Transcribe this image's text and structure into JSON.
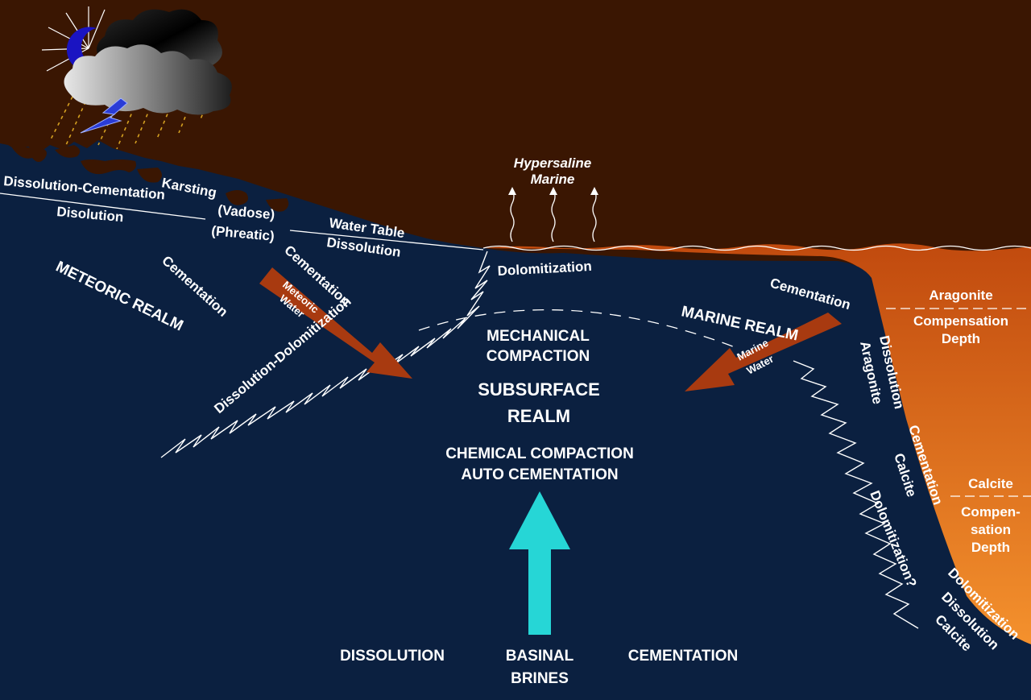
{
  "colors": {
    "sky": "#3a1602",
    "subsurface": "#0b2040",
    "ocean_top": "#c75412",
    "ocean_bottom": "#f4902c",
    "marine_arrow": "#a83a10",
    "brine_arrow": "#26d6d6",
    "label": "#ffffff"
  },
  "icons": {
    "weather": "storm-cloud-sun-icon",
    "rain": "rain-streaks-icon",
    "lightning": "lightning-bolt-icon"
  },
  "labels": {
    "karsting": "Karsting",
    "dissolution_cementation": "Dissolution-Cementation",
    "disolution": "Disolution",
    "vadose": "(Vadose)",
    "phreatic": "(Phreatic)",
    "water_table": "Water Table",
    "wt_dissolution": "Dissolution",
    "hypersaline_1": "Hypersaline",
    "hypersaline_2": "Marine",
    "dolomitization_top": "Dolomitization",
    "meteoric_realm": "METEORIC REALM",
    "cementation_left": "Cementation",
    "cementation_mid": "Cementation",
    "meteoric_water_1": "Meteoric",
    "meteoric_water_2": "Water",
    "dissolution_dolomitization": "Dissolution-Dolomitization",
    "mechanical_1": "MECHANICAL",
    "mechanical_2": "COMPACTION",
    "subsurface_1": "SUBSURFACE",
    "subsurface_2": "REALM",
    "chemical_1": "CHEMICAL COMPACTION",
    "chemical_2": "AUTO CEMENTATION",
    "marine_realm": "MARINE REALM",
    "cementation_right": "Cementation",
    "marine_water_1": "Marine",
    "marine_water_2": "Water",
    "aragonite": "Aragonite",
    "aragonite_comp_1": "Compensation",
    "aragonite_comp_2": "Depth",
    "calcite": "Calcite",
    "calcite_comp_1": "Compen-",
    "calcite_comp_2": "sation",
    "calcite_comp_3": "Depth",
    "dissolution_aragonite_1": "Dissolution",
    "dissolution_aragonite_2": "Aragonite",
    "cementation_calcite_1": "Cementation",
    "cementation_calcite_2": "Calcite",
    "dolomitization_q": "Dolomitization?",
    "bottom_1": "Dolomitization",
    "bottom_2": "Dissolution",
    "bottom_3": "Calcite",
    "dissolution_bottom": "DISSOLUTION",
    "basinal_1": "BASINAL",
    "basinal_2": "BRINES",
    "cementation_bottom": "CEMENTATION"
  }
}
